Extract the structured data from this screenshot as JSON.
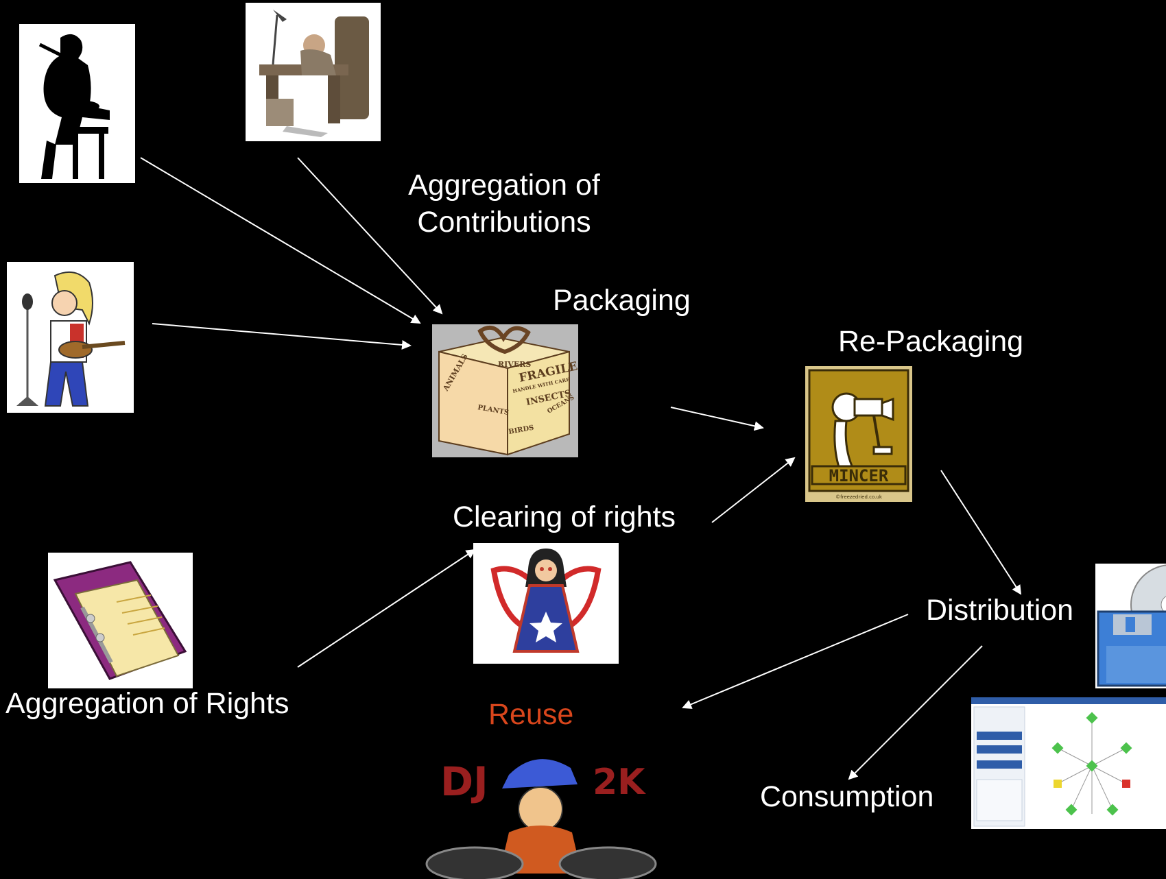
{
  "labels": {
    "aggregation_contributions": "Aggregation of\nContributions",
    "packaging": "Packaging",
    "repackaging": "Re-Packaging",
    "clearing_rights": "Clearing of rights",
    "aggregation_rights": "Aggregation of Rights",
    "reuse": "Reuse",
    "distribution": "Distribution",
    "consumption": "Consumption"
  },
  "images": {
    "box_words": [
      "RIVERS",
      "FRAGILE",
      "HANDLE WITH CARE",
      "ANIMALS",
      "PLANTS",
      "INSECTS",
      "OCEANS",
      "BIRDS"
    ],
    "mincer_brand": "MINCER",
    "mincer_credit": "©freezedried.co.uk",
    "dj_text_left": "DJ",
    "dj_text_right": "2K"
  },
  "colors": {
    "background": "#000000",
    "text": "#ffffff",
    "reuse": "#d9461c",
    "arrow": "#ffffff"
  }
}
